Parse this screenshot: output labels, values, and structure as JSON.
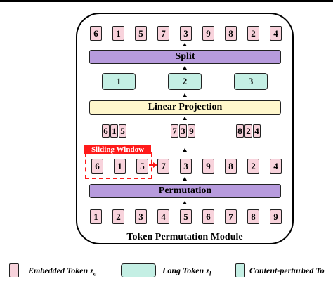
{
  "colors": {
    "embedded_token": "#f8d3dc",
    "long_token": "#c4efe4",
    "layer": "#b79bdd",
    "projection": "#fff7cc",
    "highlight": "#ff1a1a"
  },
  "top_tokens": [
    "6",
    "1",
    "5",
    "7",
    "3",
    "9",
    "8",
    "2",
    "4"
  ],
  "split_label": "Split",
  "long_tokens": [
    "1",
    "2",
    "3"
  ],
  "projection_label": "Linear Projection",
  "groups": [
    [
      "6",
      "1",
      "5"
    ],
    [
      "7",
      "3",
      "9"
    ],
    [
      "8",
      "2",
      "4"
    ]
  ],
  "sliding_window_label": "Sliding Window",
  "permuted_tokens": [
    "6",
    "1",
    "5",
    "7",
    "3",
    "9",
    "8",
    "2",
    "4"
  ],
  "permutation_label": "Permutation",
  "input_tokens": [
    "1",
    "2",
    "3",
    "4",
    "5",
    "6",
    "7",
    "8",
    "9"
  ],
  "module_title": "Token Permutation Module",
  "legend": {
    "embedded": "Embedded Token ",
    "embedded_sub": "o",
    "embedded_var": "z",
    "long": "Long Token ",
    "long_var": "z",
    "long_sub": "l",
    "content": "Content-perturbed To"
  }
}
